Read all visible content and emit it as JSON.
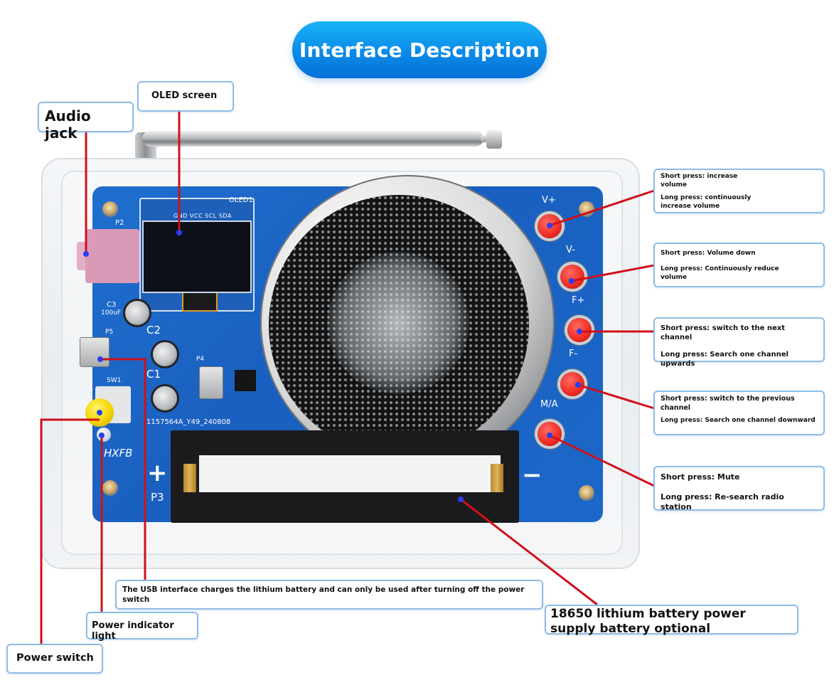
{
  "title": "Interface Description",
  "callouts": {
    "audio_jack": "Audio jack",
    "oled_screen": "OLED screen",
    "usb_interface": "The USB interface charges the lithium battery and can only be used after turning off the power switch",
    "power_indicator": "Power indicator light",
    "power_switch": "Power switch",
    "battery": {
      "line1": "18650 lithium battery power",
      "line2": "supply battery optional"
    },
    "buttons": [
      {
        "key": "V+",
        "short": "Short press: increase volume",
        "long": "Long press: continuously increase volume"
      },
      {
        "key": "V-",
        "short": "Short press: Volume down",
        "long": "Long press: Continuously reduce volume"
      },
      {
        "key": "F+",
        "short": "Short press: switch to the next channel",
        "long": "Long press: Search one channel upwards"
      },
      {
        "key": "F-",
        "short": "Short press: switch to the previous channel",
        "long": "Long press: Search one channel downward"
      },
      {
        "key": "M/A",
        "short": "Short press: Mute",
        "long": "Long press: Re-search radio station"
      }
    ]
  },
  "pcb_labels": {
    "p2": "P2",
    "p3": "P3",
    "p4": "P4",
    "p5": "P5",
    "c1": "C1",
    "c2": "C2",
    "c3": "C3",
    "c3_value": "100uF",
    "sw1": "SW1",
    "oled1": "OLED1",
    "oled_pins": "GND VCC SCL SDA",
    "brand": "HXFB",
    "board_id": "1157564A_Y49_240808",
    "plus": "+",
    "minus": "−"
  },
  "colors": {
    "title_blue": "#0a8ae8",
    "callout_border": "#8fbde6",
    "leader_line": "#d0101a",
    "anchor_dot": "#2a3df0",
    "pcb_blue": "#1a5fbf",
    "button_red": "#ef2b22"
  }
}
